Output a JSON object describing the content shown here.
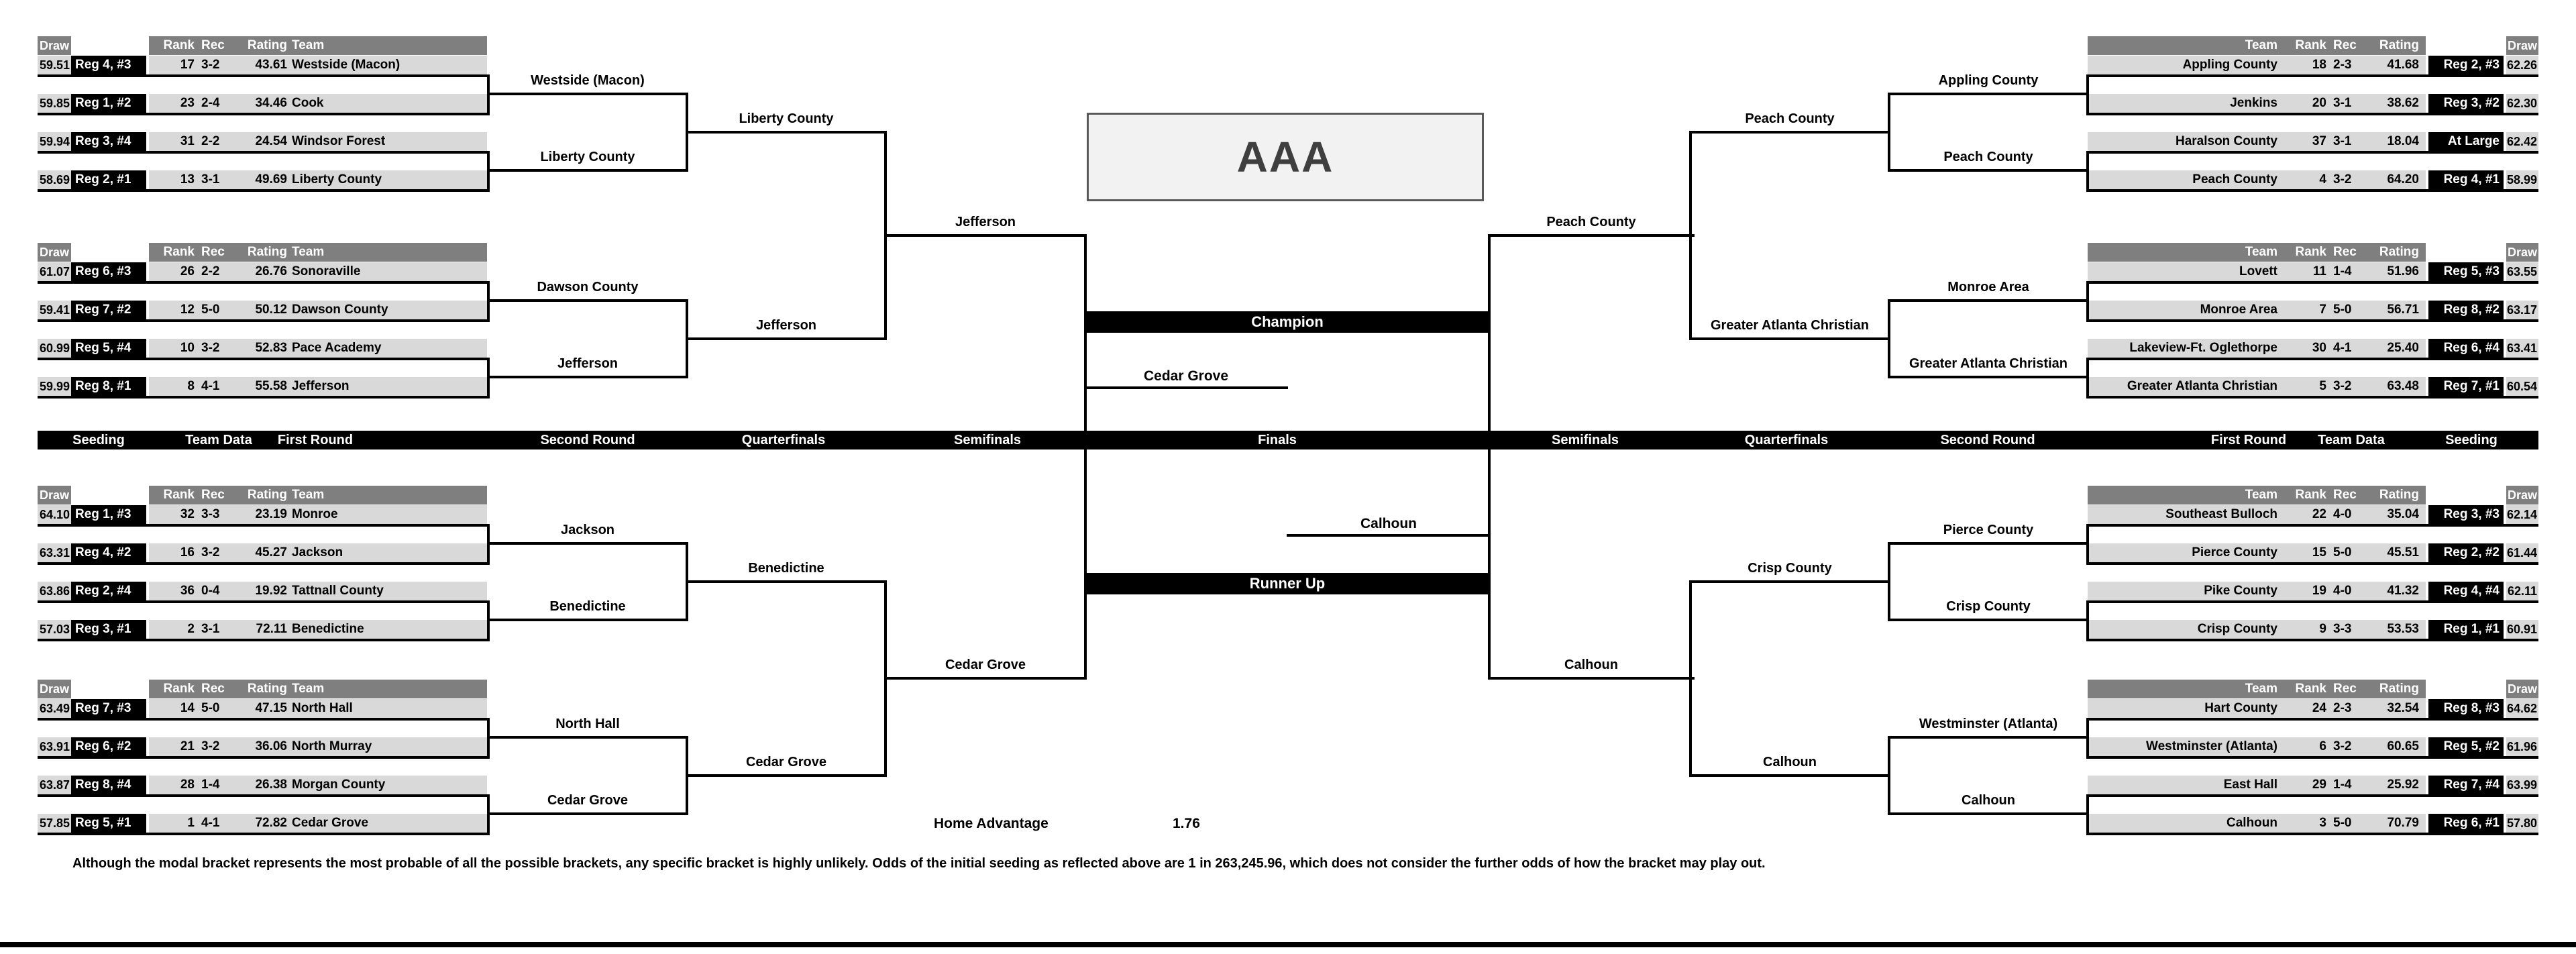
{
  "title": "AAA",
  "finals": {
    "champion_label": "Champion",
    "runner_up_label": "Runner Up",
    "champion": "Cedar Grove",
    "runner_up": "Calhoun"
  },
  "home_advantage": {
    "label": "Home Advantage",
    "value": "1.76"
  },
  "footnote": "Although the modal bracket represents the most probable of all the possible brackets, any specific bracket is highly unlikely.  Odds of the initial seeding as reflected above are 1 in 263,245.96, which does not consider the further odds of how the bracket may play out.",
  "round_headers": [
    "Seeding",
    "Team Data",
    "First Round",
    "Second Round",
    "Quarterfinals",
    "Semifinals",
    "Finals",
    "Semifinals",
    "Quarterfinals",
    "Second Round",
    "First Round",
    "Team Data",
    "Seeding"
  ],
  "table_headers": {
    "draw": "Draw",
    "rank": "Rank",
    "rec": "Rec",
    "rating": "Rating",
    "team": "Team"
  },
  "left_groups": [
    {
      "teams": [
        {
          "draw": "59.51",
          "seed": "Reg 4, #3",
          "rank": "17",
          "rec": "3-2",
          "rating": "43.61",
          "team": "Westside (Macon)"
        },
        {
          "draw": "59.85",
          "seed": "Reg 1, #2",
          "rank": "23",
          "rec": "2-4",
          "rating": "34.46",
          "team": "Cook"
        },
        {
          "draw": "59.94",
          "seed": "Reg 3, #4",
          "rank": "31",
          "rec": "2-2",
          "rating": "24.54",
          "team": "Windsor Forest"
        },
        {
          "draw": "58.69",
          "seed": "Reg 2, #1",
          "rank": "13",
          "rec": "3-1",
          "rating": "49.69",
          "team": "Liberty County"
        }
      ]
    },
    {
      "teams": [
        {
          "draw": "61.07",
          "seed": "Reg 6, #3",
          "rank": "26",
          "rec": "2-2",
          "rating": "26.76",
          "team": "Sonoraville"
        },
        {
          "draw": "59.41",
          "seed": "Reg 7, #2",
          "rank": "12",
          "rec": "5-0",
          "rating": "50.12",
          "team": "Dawson County"
        },
        {
          "draw": "60.99",
          "seed": "Reg 5, #4",
          "rank": "10",
          "rec": "3-2",
          "rating": "52.83",
          "team": "Pace Academy"
        },
        {
          "draw": "59.99",
          "seed": "Reg 8, #1",
          "rank": "8",
          "rec": "4-1",
          "rating": "55.58",
          "team": "Jefferson"
        }
      ]
    },
    {
      "teams": [
        {
          "draw": "64.10",
          "seed": "Reg 1, #3",
          "rank": "32",
          "rec": "3-3",
          "rating": "23.19",
          "team": "Monroe"
        },
        {
          "draw": "63.31",
          "seed": "Reg 4, #2",
          "rank": "16",
          "rec": "3-2",
          "rating": "45.27",
          "team": "Jackson"
        },
        {
          "draw": "63.86",
          "seed": "Reg 2, #4",
          "rank": "36",
          "rec": "0-4",
          "rating": "19.92",
          "team": "Tattnall County"
        },
        {
          "draw": "57.03",
          "seed": "Reg 3, #1",
          "rank": "2",
          "rec": "3-1",
          "rating": "72.11",
          "team": "Benedictine"
        }
      ]
    },
    {
      "teams": [
        {
          "draw": "63.49",
          "seed": "Reg 7, #3",
          "rank": "14",
          "rec": "5-0",
          "rating": "47.15",
          "team": "North Hall"
        },
        {
          "draw": "63.91",
          "seed": "Reg 6, #2",
          "rank": "21",
          "rec": "3-2",
          "rating": "36.06",
          "team": "North Murray"
        },
        {
          "draw": "63.87",
          "seed": "Reg 8, #4",
          "rank": "28",
          "rec": "1-4",
          "rating": "26.38",
          "team": "Morgan County"
        },
        {
          "draw": "57.85",
          "seed": "Reg 5, #1",
          "rank": "1",
          "rec": "4-1",
          "rating": "72.82",
          "team": "Cedar Grove"
        }
      ]
    }
  ],
  "right_groups": [
    {
      "teams": [
        {
          "team": "Appling County",
          "rank": "18",
          "rec": "2-3",
          "rating": "41.68",
          "seed": "Reg 2, #3",
          "draw": "62.26"
        },
        {
          "team": "Jenkins",
          "rank": "20",
          "rec": "3-1",
          "rating": "38.62",
          "seed": "Reg 3, #2",
          "draw": "62.30"
        },
        {
          "team": "Haralson County",
          "rank": "37",
          "rec": "3-1",
          "rating": "18.04",
          "seed": "At Large",
          "draw": "62.42"
        },
        {
          "team": "Peach County",
          "rank": "4",
          "rec": "3-2",
          "rating": "64.20",
          "seed": "Reg 4, #1",
          "draw": "58.99"
        }
      ]
    },
    {
      "teams": [
        {
          "team": "Lovett",
          "rank": "11",
          "rec": "1-4",
          "rating": "51.96",
          "seed": "Reg 5, #3",
          "draw": "63.55"
        },
        {
          "team": "Monroe Area",
          "rank": "7",
          "rec": "5-0",
          "rating": "56.71",
          "seed": "Reg 8, #2",
          "draw": "63.17"
        },
        {
          "team": "Lakeview-Ft. Oglethorpe",
          "rank": "30",
          "rec": "4-1",
          "rating": "25.40",
          "seed": "Reg 6, #4",
          "draw": "63.41"
        },
        {
          "team": "Greater Atlanta Christian",
          "rank": "5",
          "rec": "3-2",
          "rating": "63.48",
          "seed": "Reg 7, #1",
          "draw": "60.54"
        }
      ]
    },
    {
      "teams": [
        {
          "team": "Southeast Bulloch",
          "rank": "22",
          "rec": "4-0",
          "rating": "35.04",
          "seed": "Reg 3, #3",
          "draw": "62.14"
        },
        {
          "team": "Pierce County",
          "rank": "15",
          "rec": "5-0",
          "rating": "45.51",
          "seed": "Reg 2, #2",
          "draw": "61.44"
        },
        {
          "team": "Pike County",
          "rank": "19",
          "rec": "4-0",
          "rating": "41.32",
          "seed": "Reg 4, #4",
          "draw": "62.11"
        },
        {
          "team": "Crisp County",
          "rank": "9",
          "rec": "3-3",
          "rating": "53.53",
          "seed": "Reg 1, #1",
          "draw": "60.91"
        }
      ]
    },
    {
      "teams": [
        {
          "team": "Hart County",
          "rank": "24",
          "rec": "2-3",
          "rating": "32.54",
          "seed": "Reg 8, #3",
          "draw": "64.62"
        },
        {
          "team": "Westminster (Atlanta)",
          "rank": "6",
          "rec": "3-2",
          "rating": "60.65",
          "seed": "Reg 5, #2",
          "draw": "61.96"
        },
        {
          "team": "East Hall",
          "rank": "29",
          "rec": "1-4",
          "rating": "25.92",
          "seed": "Reg 7, #4",
          "draw": "63.99"
        },
        {
          "team": "Calhoun",
          "rank": "3",
          "rec": "5-0",
          "rating": "70.79",
          "seed": "Reg 6, #1",
          "draw": "57.80"
        }
      ]
    }
  ],
  "rounds": {
    "left": {
      "first": [
        "Westside (Macon)",
        "Liberty County",
        "Dawson County",
        "Jefferson",
        "Jackson",
        "Benedictine",
        "North Hall",
        "Cedar Grove"
      ],
      "second": [
        "Liberty County",
        "Jefferson",
        "Benedictine",
        "Cedar Grove"
      ],
      "quarter": [
        "Jefferson",
        "Cedar Grove"
      ]
    },
    "right": {
      "first": [
        "Appling County",
        "Peach County",
        "Monroe Area",
        "Greater Atlanta Christian",
        "Pierce County",
        "Crisp County",
        "Westminster (Atlanta)",
        "Calhoun"
      ],
      "second": [
        "Peach County",
        "Greater Atlanta Christian",
        "Crisp County",
        "Calhoun"
      ],
      "quarter": [
        "Peach County",
        "Calhoun"
      ]
    }
  },
  "colors": {
    "header_gray": "#7f7f7f",
    "row_gray": "#d9d9d9",
    "seed_black": "#000000",
    "line_black": "#000000",
    "title_bg": "#f2f2f2",
    "title_border": "#595959",
    "title_text": "#3f3f3f"
  }
}
